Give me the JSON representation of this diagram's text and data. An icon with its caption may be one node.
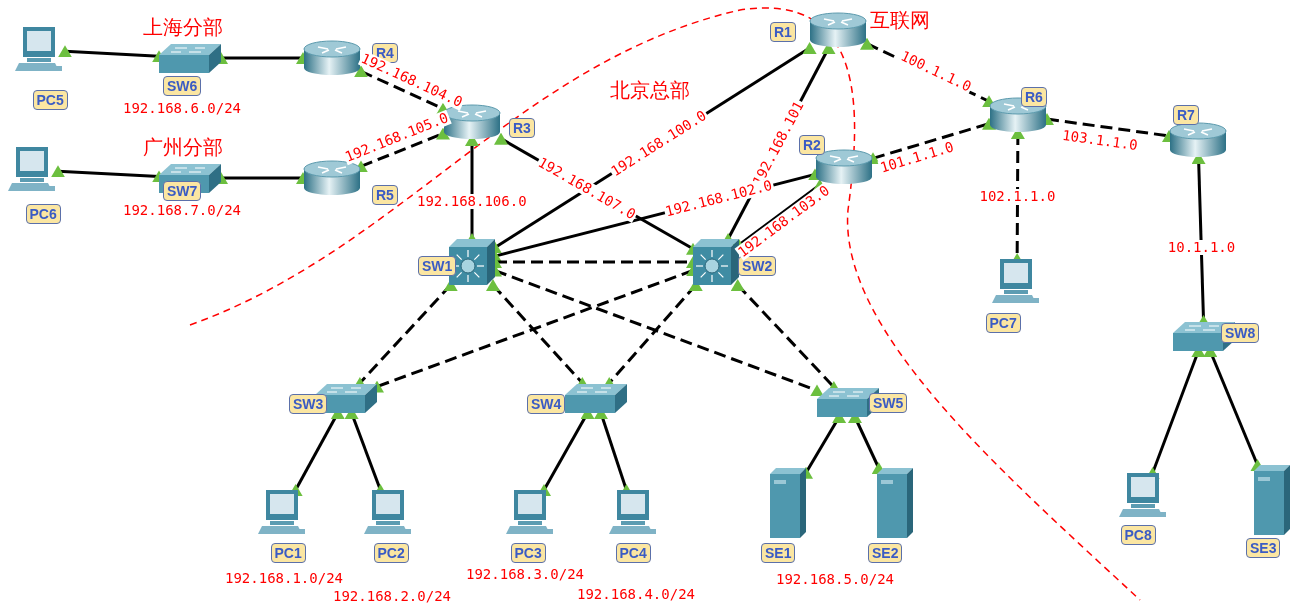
{
  "diagram": {
    "nodes": [
      {
        "text": [
          "PC5"
        ]
      },
      {
        "text": [
          "SW6"
        ],
        "beside": [
          "192.168.6.0/24"
        ]
      },
      {
        "text": [
          "R4"
        ]
      },
      {
        "text": [
          "PC6"
        ]
      },
      {
        "text": [
          "SW7"
        ],
        "beside": [
          "192.168.7.0/24"
        ]
      },
      {
        "text": [
          "R5"
        ]
      },
      {
        "text": [
          "R3"
        ]
      },
      {
        "text": [
          "R1"
        ]
      },
      {
        "text": [
          "R2"
        ]
      },
      {
        "text": [
          "R6"
        ]
      },
      {
        "text": [
          "R7"
        ]
      },
      {
        "text": [
          "SW1"
        ]
      },
      {
        "text": [
          "SW2"
        ]
      },
      {
        "text": [
          "PC7"
        ]
      },
      {
        "text": [
          "SW8"
        ]
      },
      {
        "text": [
          "SW3"
        ]
      },
      {
        "text": [
          "SW4"
        ]
      },
      {
        "text": [
          "SW5"
        ]
      },
      {
        "text": [
          "PC1"
        ],
        "beside": [
          "192.168.1.0/24"
        ]
      },
      {
        "text": [
          "PC2"
        ],
        "beside": [
          "192.168.2.0/24"
        ]
      },
      {
        "text": [
          "PC3"
        ],
        "beside": [
          "192.168.3.0/24"
        ]
      },
      {
        "text": [
          "PC4"
        ],
        "beside": [
          "192.168.4.0/24"
        ]
      },
      {
        "text": [
          "SE1"
        ]
      },
      {
        "text": [
          "SE2"
        ]
      },
      {
        "text": [
          "PC8"
        ]
      },
      {
        "text": [
          "SE3"
        ]
      }
    ],
    "edges": [
      {
        "from": 0,
        "to": 1,
        "arrow": "other"
      },
      {
        "from": 1,
        "to": 2,
        "arrow": "other"
      },
      {
        "from": 2,
        "to": 6,
        "arrow": "other",
        "style": "dashed",
        "label": "192.168.104.0"
      },
      {
        "from": 3,
        "to": 4,
        "arrow": "other"
      },
      {
        "from": 4,
        "to": 5,
        "arrow": "other"
      },
      {
        "from": 5,
        "to": 6,
        "arrow": "other",
        "style": "dashed",
        "label": "192.168.105.0"
      },
      {
        "from": 6,
        "to": 11,
        "arrow": "other",
        "label": "192.168.106.0"
      },
      {
        "from": 6,
        "to": 12,
        "arrow": "other",
        "label": "192.168.107.0"
      },
      {
        "from": 11,
        "to": 7,
        "arrow": "other",
        "label": "192.168.100.0"
      },
      {
        "from": 12,
        "to": 7,
        "arrow": "other",
        "label": "192.168.101"
      },
      {
        "from": 11,
        "to": 8,
        "arrow": "other",
        "label": "192.168.102.0"
      },
      {
        "from": 12,
        "to": 8,
        "arrow": "other",
        "label": "192.168.103.0"
      },
      {
        "from": 7,
        "to": 9,
        "arrow": "other",
        "style": "dashed",
        "label": "100.1.1.0"
      },
      {
        "from": 8,
        "to": 9,
        "arrow": "other",
        "style": "dashed",
        "label": "101.1.1.0"
      },
      {
        "from": 9,
        "to": 10,
        "arrow": "other",
        "style": "dashed",
        "label": "103.1.1.0"
      },
      {
        "from": 9,
        "to": 13,
        "arrow": "other",
        "style": "dashed",
        "label": "102.1.1.0"
      },
      {
        "from": 10,
        "to": 14,
        "arrow": "other",
        "label": "10.1.1.0"
      },
      {
        "from": 11,
        "to": 12,
        "arrow": "other",
        "style": "dashed"
      },
      {
        "from": 11,
        "to": 15,
        "arrow": "other",
        "style": "dashed"
      },
      {
        "from": 11,
        "to": 16,
        "arrow": "other",
        "style": "dashed"
      },
      {
        "from": 11,
        "to": 17,
        "arrow": "other",
        "style": "dashed"
      },
      {
        "from": 12,
        "to": 15,
        "arrow": "other",
        "style": "dashed"
      },
      {
        "from": 12,
        "to": 16,
        "arrow": "other",
        "style": "dashed"
      },
      {
        "from": 12,
        "to": 17,
        "arrow": "other",
        "style": "dashed"
      },
      {
        "from": 15,
        "to": 18,
        "arrow": "other"
      },
      {
        "from": 15,
        "to": 19,
        "arrow": "other"
      },
      {
        "from": 16,
        "to": 20,
        "arrow": "other"
      },
      {
        "from": 16,
        "to": 21,
        "arrow": "other"
      },
      {
        "from": 17,
        "to": 22,
        "arrow": "other"
      },
      {
        "from": 17,
        "to": 23,
        "arrow": "other"
      },
      {
        "from": 14,
        "to": 24,
        "arrow": "other"
      },
      {
        "from": 14,
        "to": 25,
        "arrow": "other"
      }
    ],
    "labels": [
      "上海分部",
      "广州分部",
      "北京总部",
      "互联网",
      "192.168.5.0/24"
    ]
  }
}
